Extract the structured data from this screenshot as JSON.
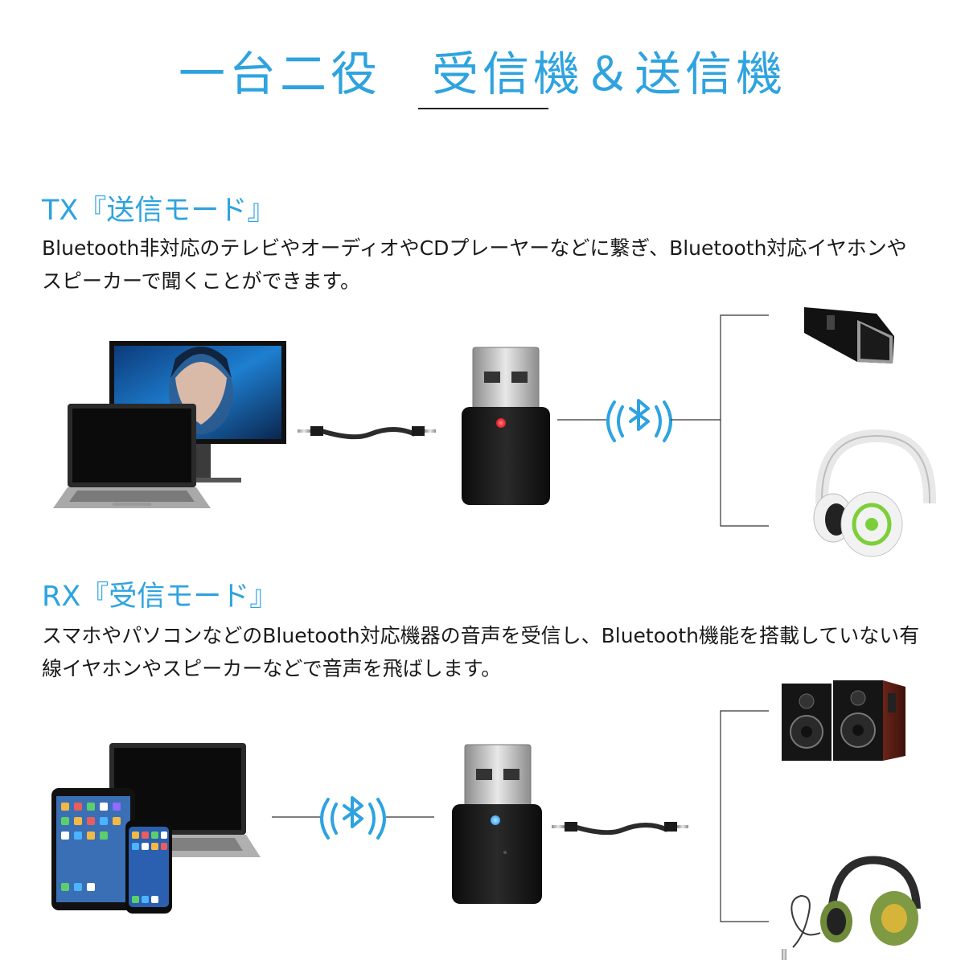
{
  "title": "一台二役　受信機＆送信機",
  "tx": {
    "heading": "TX『送信モード』",
    "description": "Bluetooth非対応のテレビやオーディオやCDプレーヤーなどに繋ぎ、Bluetooth対応イヤホンやスピーカーで聞くことができます。",
    "led_color": "#e01b22"
  },
  "rx": {
    "heading": "RX『受信モード』",
    "description": "スマホやパソコンなどのBluetooth対応機器の音声を受信し、Bluetooth機能を搭載していない有線イヤホンやスピーカーなどで音声を飛ばします。",
    "led_color": "#3aa6ff"
  },
  "colors": {
    "accent": "#2ea3df",
    "text": "#1a1a1a",
    "bluetooth": "#2ea3df"
  },
  "icons": {
    "bluetooth": "bluetooth-icon",
    "monitor": "monitor-icon",
    "laptop": "laptop-icon",
    "usb_dongle": "usb-dongle-icon",
    "aux_cable": "aux-cable-icon",
    "speaker": "speaker-icon",
    "headphones": "headphones-icon",
    "tablet": "tablet-icon",
    "smartphone": "smartphone-icon",
    "bookshelf_speakers": "bookshelf-speakers-icon",
    "wired_headphones": "wired-headphones-icon"
  }
}
